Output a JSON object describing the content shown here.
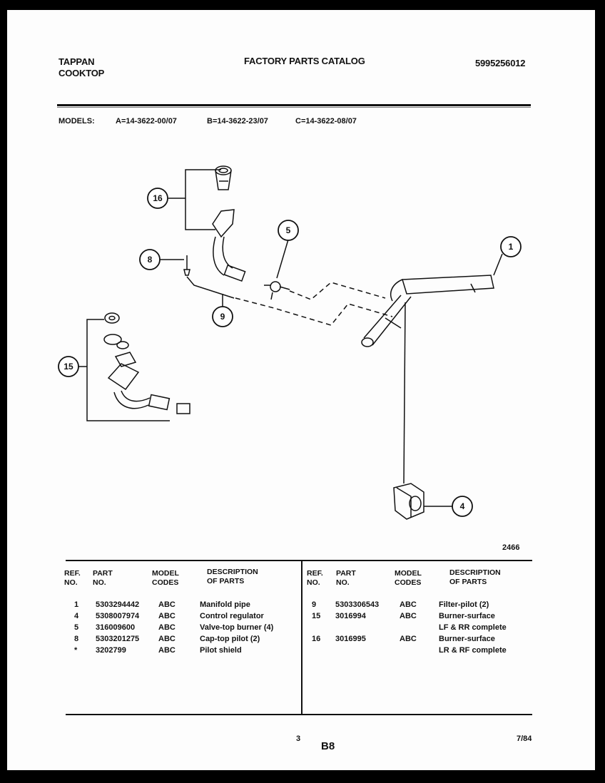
{
  "header": {
    "brand": "TAPPAN",
    "product": "COOKTOP",
    "catalog_title": "FACTORY PARTS CATALOG",
    "catalog_number": "5995256012"
  },
  "models": {
    "label": "MODELS:",
    "a": "A=14-3622-00/07",
    "b": "B=14-3622-23/07",
    "c": "C=14-3622-08/07"
  },
  "diagram": {
    "callouts": [
      "16",
      "8",
      "5",
      "1",
      "9",
      "15",
      "4"
    ],
    "figure_number": "2466"
  },
  "table": {
    "headers": {
      "ref_no": [
        "REF.",
        "NO."
      ],
      "part_no": [
        "PART",
        "NO."
      ],
      "model_codes": [
        "MODEL",
        "CODES"
      ],
      "description": [
        "DESCRIPTION",
        "OF PARTS"
      ]
    },
    "left_rows": [
      {
        "ref": "1",
        "part": "5303294442",
        "codes": "ABC",
        "desc": "Manifold pipe"
      },
      {
        "ref": "4",
        "part": "5308007974",
        "codes": "ABC",
        "desc": "Control regulator"
      },
      {
        "ref": "5",
        "part": "316009600",
        "codes": "ABC",
        "desc": "Valve-top burner (4)"
      },
      {
        "ref": "8",
        "part": "5303201275",
        "codes": "ABC",
        "desc": "Cap-top pilot (2)"
      },
      {
        "ref": "*",
        "part": "3202799",
        "codes": "ABC",
        "desc": "Pilot shield"
      }
    ],
    "right_rows": [
      {
        "ref": "9",
        "part": "5303306543",
        "codes": "ABC",
        "desc": "Filter-pilot (2)"
      },
      {
        "ref": "15",
        "part": "3016994",
        "codes": "ABC",
        "desc": "Burner-surface"
      },
      {
        "ref": "",
        "part": "",
        "codes": "",
        "desc": "LF & RR complete"
      },
      {
        "ref": "16",
        "part": "3016995",
        "codes": "ABC",
        "desc": "Burner-surface"
      },
      {
        "ref": "",
        "part": "",
        "codes": "",
        "desc": "LR & RF complete"
      }
    ]
  },
  "footer": {
    "page": "3",
    "section": "B8",
    "date": "7/84"
  }
}
